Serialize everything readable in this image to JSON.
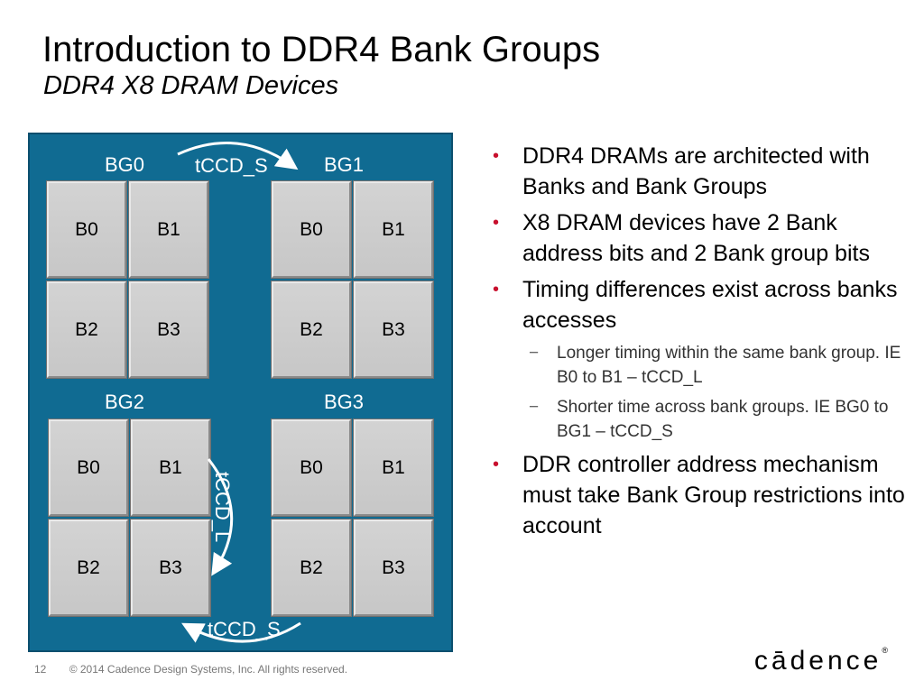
{
  "slide": {
    "title": "Introduction to DDR4 Bank Groups",
    "subtitle": "DDR4 X8 DRAM Devices"
  },
  "diagram": {
    "bank_groups": [
      {
        "label": "BG0",
        "banks": [
          "B0",
          "B1",
          "B2",
          "B3"
        ]
      },
      {
        "label": "BG1",
        "banks": [
          "B0",
          "B1",
          "B2",
          "B3"
        ]
      },
      {
        "label": "BG2",
        "banks": [
          "B0",
          "B1",
          "B2",
          "B3"
        ]
      },
      {
        "label": "BG3",
        "banks": [
          "B0",
          "B1",
          "B2",
          "B3"
        ]
      }
    ],
    "timing_labels": {
      "top": "tCCD_S",
      "middle": "tCCD_L",
      "bottom": "tCCD_S"
    }
  },
  "bullets": {
    "b1": "DDR4 DRAMs are architected with Banks and Bank Groups",
    "b2": "X8 DRAM devices have 2 Bank address bits and 2 Bank group bits",
    "b3": "Timing differences exist across banks accesses",
    "b3_sub1": "Longer timing within the same bank group. IE B0 to B1 – tCCD_L",
    "b3_sub2": "Shorter time across bank groups. IE BG0 to BG1 – tCCD_S",
    "b4": "DDR controller address mechanism must take Bank Group restrictions into account"
  },
  "footer": {
    "page": "12",
    "copyright": "© 2014 Cadence Design Systems, Inc. All rights reserved.",
    "logo": "cādence",
    "logo_mark": "®"
  },
  "colors": {
    "diagram_bg": "#106b92",
    "bank_fill": "#cfcfcf",
    "bullet": "#c8102e"
  }
}
